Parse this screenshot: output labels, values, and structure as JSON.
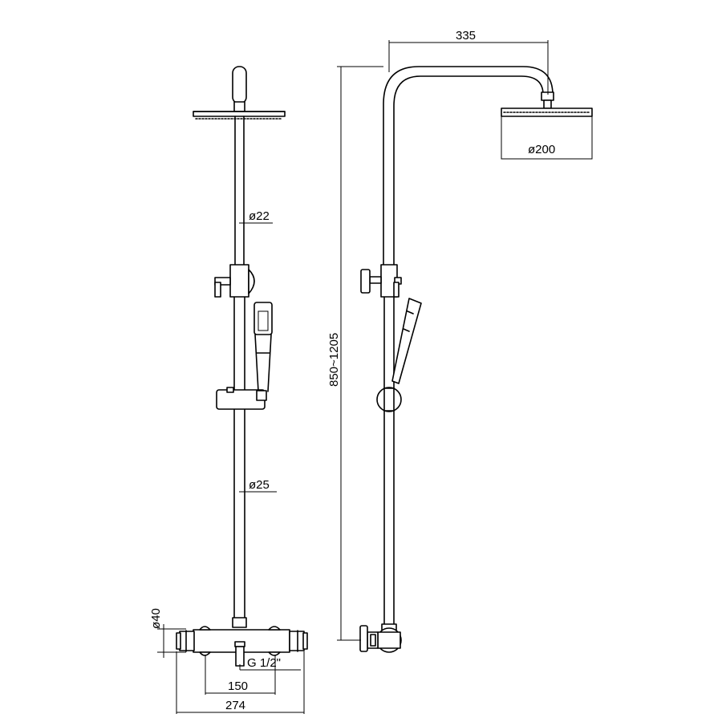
{
  "dimensions": {
    "rail_diameter": "ø22",
    "lower_rail_diameter": "ø25",
    "mixer_diameter": "ø40",
    "inlet_thread": "G 1/2\"",
    "inlet_centers": "150",
    "mixer_width": "274",
    "arm_reach": "335",
    "head_diameter": "ø200",
    "height_range": "850~1205"
  }
}
